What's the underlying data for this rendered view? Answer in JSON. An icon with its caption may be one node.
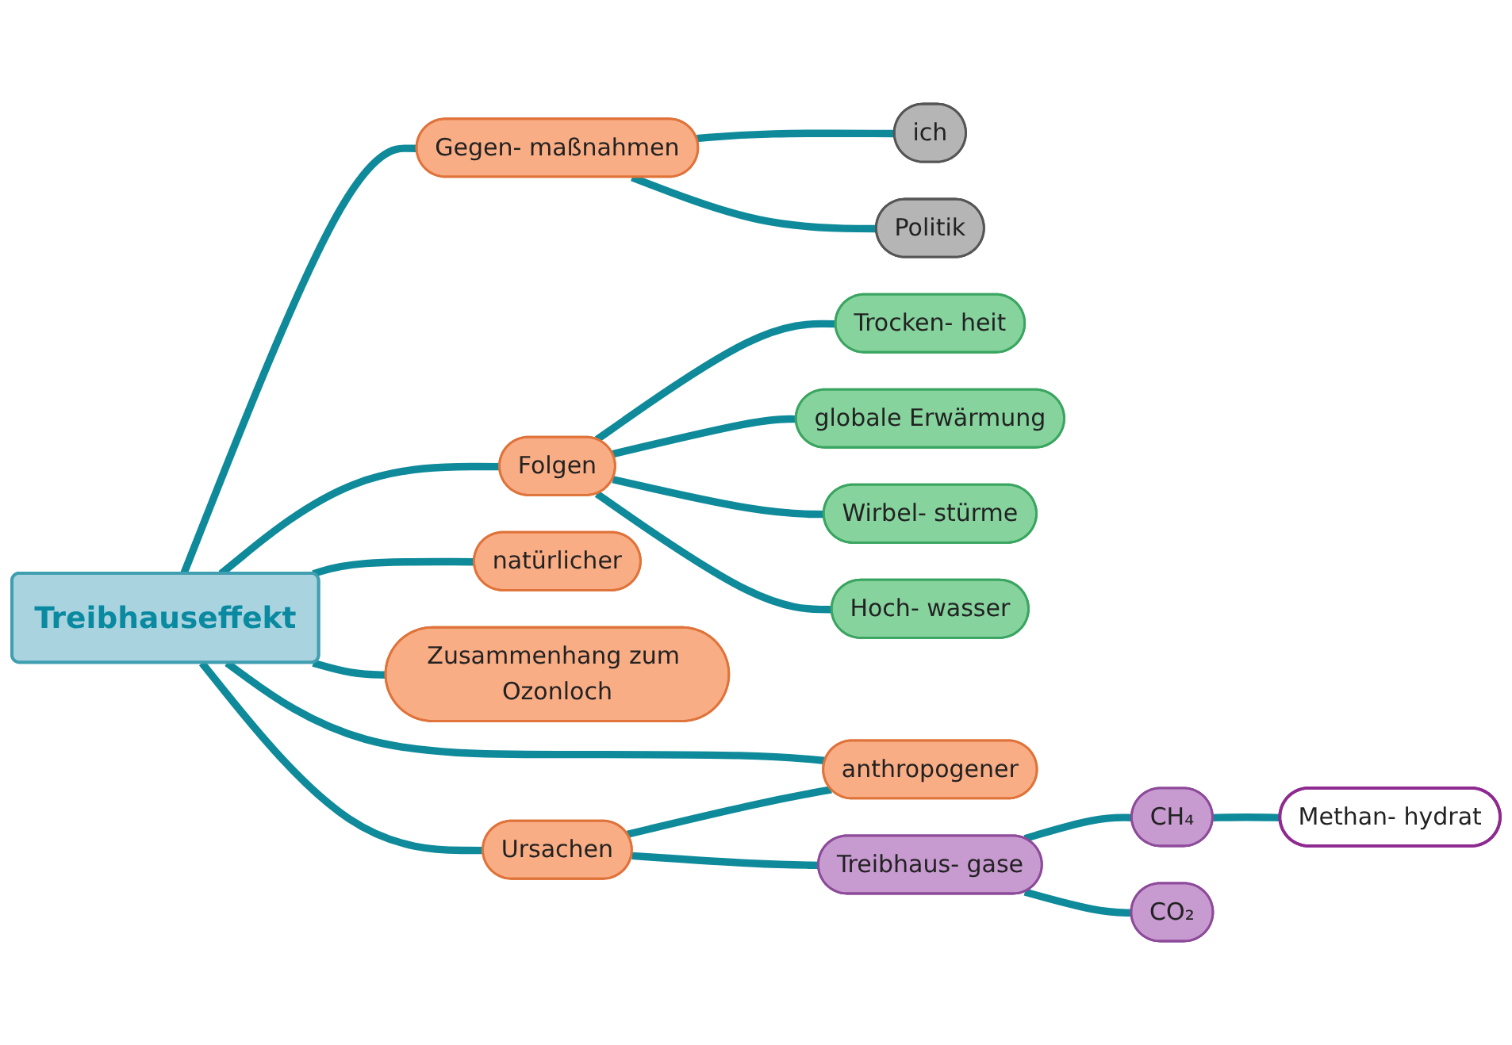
{
  "diagram": {
    "nodes": [
      {
        "text": [
          "Treibhauseffekt"
        ]
      },
      {
        "text": [
          "Gegen- maßnahmen"
        ]
      },
      {
        "text": [
          "ich"
        ]
      },
      {
        "text": [
          "Politik"
        ]
      },
      {
        "text": [
          "Folgen"
        ]
      },
      {
        "text": [
          "Trocken- heit"
        ]
      },
      {
        "text": [
          "globale Erwärmung"
        ]
      },
      {
        "text": [
          "Wirbel- stürme"
        ]
      },
      {
        "text": [
          "Hoch- wasser"
        ]
      },
      {
        "text": [
          "natürlicher"
        ]
      },
      {
        "text": [
          "anthropogener"
        ]
      },
      {
        "text": [
          "Zusammenhang zum Ozonloch"
        ]
      },
      {
        "text": [
          "Ursachen"
        ]
      },
      {
        "text": [
          "Treibhaus- gase"
        ]
      },
      {
        "text": [
          "CH₄"
        ]
      },
      {
        "text": [
          "Methan- hydrat"
        ]
      },
      {
        "text": [
          "CO₂"
        ]
      }
    ],
    "edges": [
      {
        "from": 0,
        "to": 1,
        "arrow": "none"
      },
      {
        "from": 1,
        "to": 2,
        "arrow": "none"
      },
      {
        "from": 1,
        "to": 3,
        "arrow": "none"
      },
      {
        "from": 0,
        "to": 4,
        "arrow": "none"
      },
      {
        "from": 4,
        "to": 5,
        "arrow": "none"
      },
      {
        "from": 4,
        "to": 6,
        "arrow": "none"
      },
      {
        "from": 4,
        "to": 7,
        "arrow": "none"
      },
      {
        "from": 4,
        "to": 8,
        "arrow": "none"
      },
      {
        "from": 0,
        "to": 9,
        "arrow": "none"
      },
      {
        "from": 0,
        "to": 10,
        "arrow": "none"
      },
      {
        "from": 0,
        "to": 11,
        "arrow": "none"
      },
      {
        "from": 0,
        "to": 12,
        "arrow": "none"
      },
      {
        "from": 12,
        "to": 10,
        "arrow": "none"
      },
      {
        "from": 12,
        "to": 13,
        "arrow": "none"
      },
      {
        "from": 13,
        "to": 14,
        "arrow": "none"
      },
      {
        "from": 14,
        "to": 15,
        "arrow": "none"
      },
      {
        "from": 13,
        "to": 16,
        "arrow": "none"
      }
    ]
  }
}
